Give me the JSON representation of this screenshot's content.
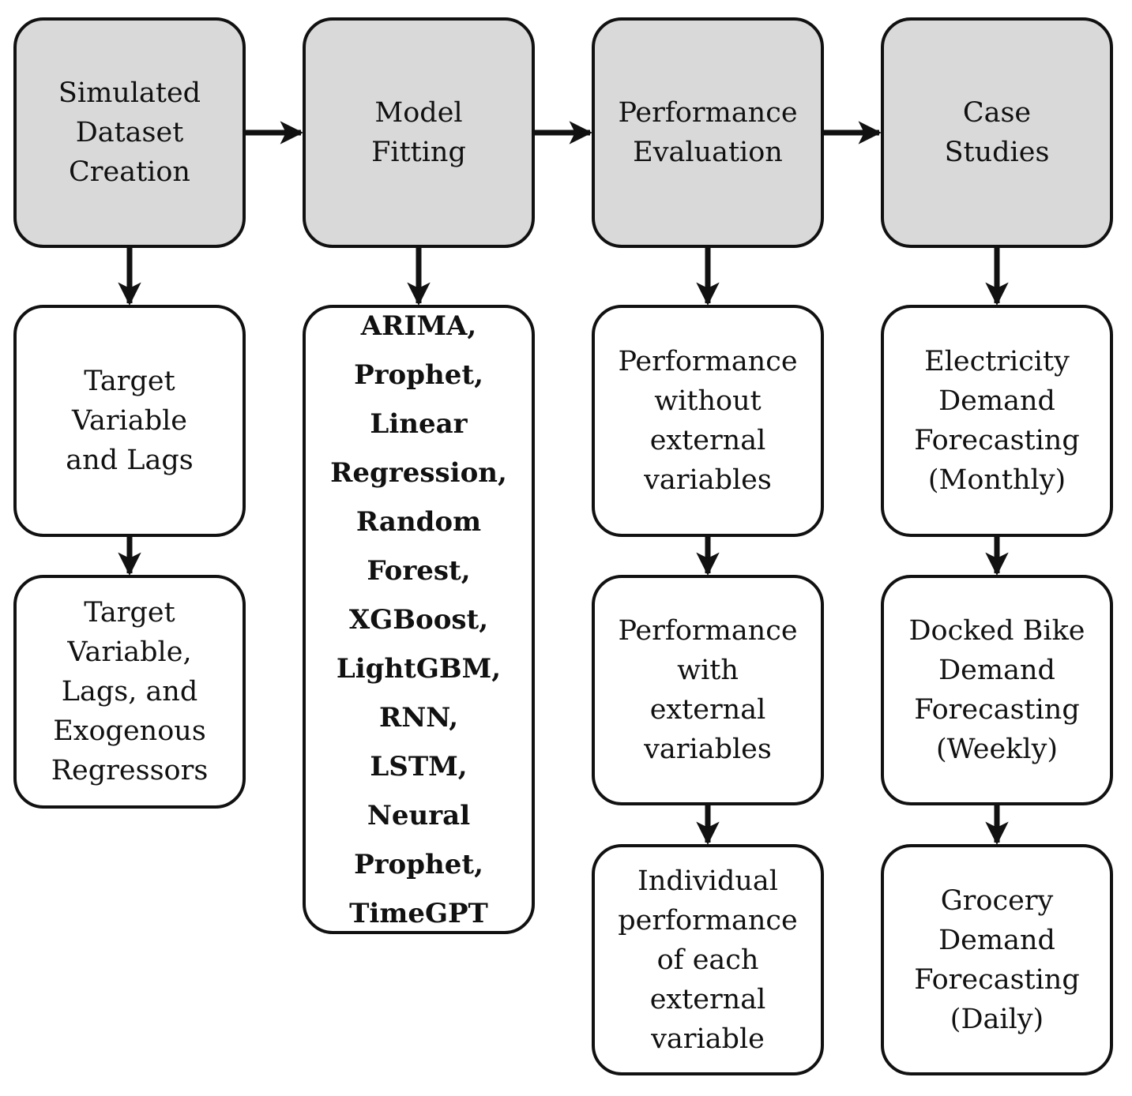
{
  "columns": [
    {
      "header": "Simulated\nDataset\nCreation",
      "steps": [
        "Target\nVariable\nand Lags",
        "Target\nVariable,\nLags, and\nExogenous\nRegressors"
      ]
    },
    {
      "header": "Model\nFitting",
      "models": "ARIMA,\nProphet,\nLinear\nRegression,\nRandom\nForest,\nXGBoost,\nLightGBM,\nRNN,\nLSTM,\nNeural\nProphet,\nTimeGPT"
    },
    {
      "header": "Performance\nEvaluation",
      "steps": [
        "Performance\nwithout\nexternal\nvariables",
        "Performance\nwith\nexternal\nvariables",
        "Individual\nperformance\nof each\nexternal\nvariable"
      ]
    },
    {
      "header": "Case\nStudies",
      "steps": [
        "Electricity\nDemand\nForecasting\n(Monthly)",
        "Docked Bike\nDemand\nForecasting\n(Weekly)",
        "Grocery\nDemand\nForecasting\n(Daily)"
      ]
    }
  ],
  "colors": {
    "header_fill": "#d9d9d9",
    "stroke": "#111111",
    "box_fill": "#ffffff"
  }
}
